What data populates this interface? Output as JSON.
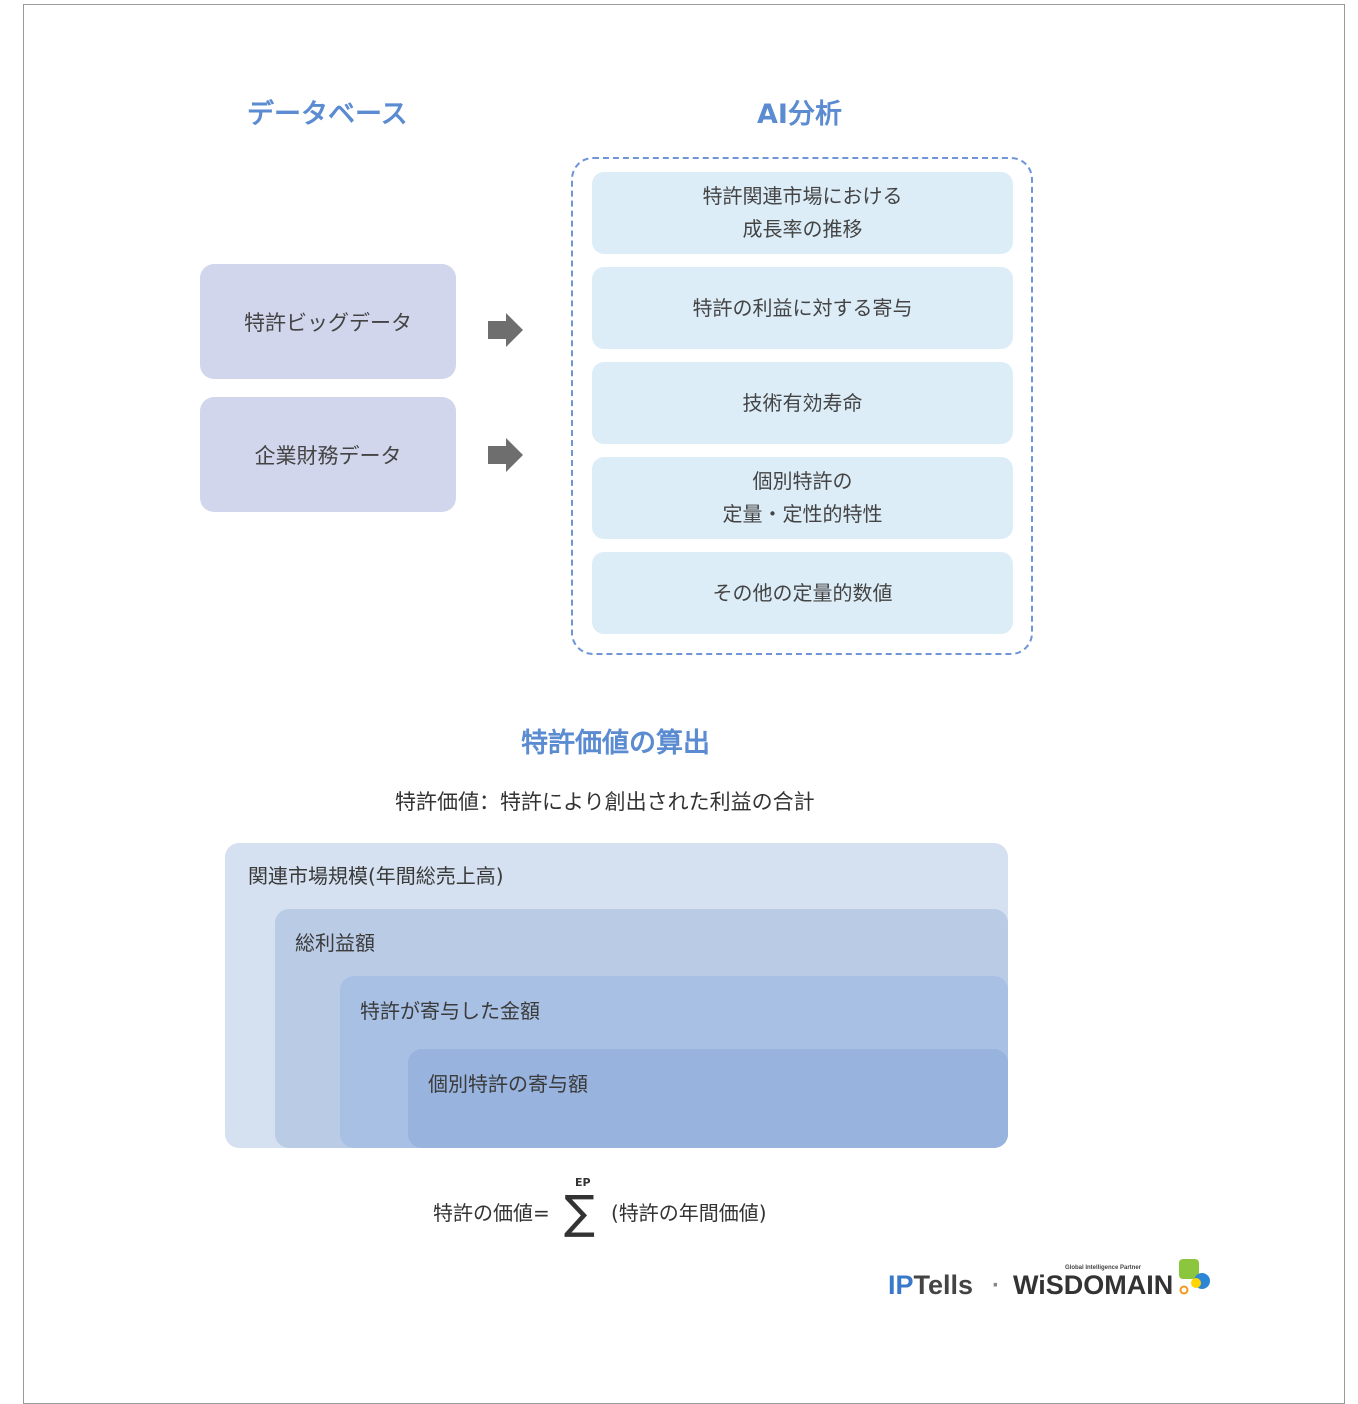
{
  "headings": {
    "database": "データベース",
    "ai_analysis": "AI分析",
    "calculation": "特許価値の算出"
  },
  "database_items": [
    "特許ビッグデータ",
    "企業財務データ"
  ],
  "ai_items": [
    [
      "特許関連市場における",
      "成長率の推移"
    ],
    [
      "特許の利益に対する寄与"
    ],
    [
      "技術有効寿命"
    ],
    [
      "個別特許の",
      "定量・定性的特性"
    ],
    [
      "その他の定量的数値"
    ]
  ],
  "definition": "特許価値：特許により創出された利益の合計",
  "nested": [
    "関連市場規模(年間総売上高)",
    "総利益額",
    "特許が寄与した金額",
    "個別特許の寄与額"
  ],
  "formula": {
    "lhs": "特許の価値=",
    "sigma": "∑",
    "superscript": "EP",
    "rhs": "(特許の年間価値)"
  },
  "logo": {
    "ip": "IP",
    "tells": "Tells",
    "separator": "·",
    "wisdomain": "WiSDOMAIN",
    "tagline": "Global Intelligence Partner"
  },
  "colors": {
    "heading": "#5b8bd0",
    "db_box": "#d1d6ec",
    "ai_box": "#dcedf8",
    "arrow": "#6e6e6e",
    "nest": [
      "#d5e0f0",
      "#bacbe6",
      "#a7c0e4",
      "#97b3de"
    ]
  }
}
